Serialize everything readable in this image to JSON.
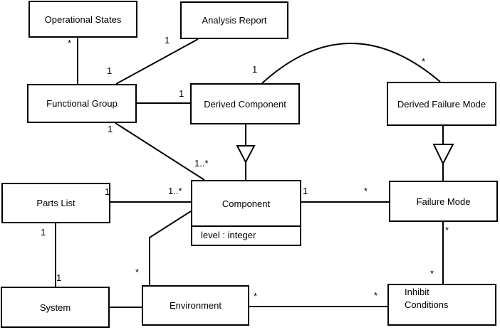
{
  "diagram_type": "UML class diagram",
  "background_color": "#ffffff",
  "line_color": "#000000",
  "classes": [
    {
      "name": "Operational States"
    },
    {
      "name": "Analysis Report"
    },
    {
      "name": "Functional Group"
    },
    {
      "name": "Derived Component"
    },
    {
      "name": "Derived Failure Mode"
    },
    {
      "name": "Parts List"
    },
    {
      "name": "Component",
      "attributes": [
        "level : integer"
      ]
    },
    {
      "name": "Failure Mode"
    },
    {
      "name": "System"
    },
    {
      "name": "Environment"
    },
    {
      "name": "Inhibit Conditions"
    }
  ],
  "associations": [
    {
      "from": "Operational States",
      "to": "Functional Group",
      "from_label": "*",
      "to_label": ""
    },
    {
      "from": "Analysis Report",
      "to": "Functional Group",
      "from_label": "1",
      "to_label": "1"
    },
    {
      "from": "Functional Group",
      "to": "Derived Component",
      "from_label": "",
      "to_label": "1"
    },
    {
      "from": "Functional Group",
      "to": "Component",
      "from_label": "1",
      "to_label": "1..*"
    },
    {
      "from": "Derived Component",
      "to": "Derived Failure Mode",
      "from_label": "1",
      "to_label": "*"
    },
    {
      "from": "Parts List",
      "to": "Component",
      "from_label": "1",
      "to_label": "1..*"
    },
    {
      "from": "Component",
      "to": "Failure Mode",
      "from_label": "1",
      "to_label": "*"
    },
    {
      "from": "Parts List",
      "to": "System",
      "from_label": "1",
      "to_label": "1"
    },
    {
      "from": "System",
      "to": "Environment",
      "from_label": "",
      "to_label": ""
    },
    {
      "from": "Environment",
      "to": "Component",
      "from_label": "*",
      "to_label": ""
    },
    {
      "from": "Environment",
      "to": "Inhibit Conditions",
      "from_label": "*",
      "to_label": "*"
    },
    {
      "from": "Failure Mode",
      "to": "Inhibit Conditions",
      "from_label": "*",
      "to_label": "*"
    }
  ],
  "generalizations": [
    {
      "child": "Derived Component",
      "parent": "Component"
    },
    {
      "child": "Derived Failure Mode",
      "parent": "Failure Mode"
    }
  ]
}
